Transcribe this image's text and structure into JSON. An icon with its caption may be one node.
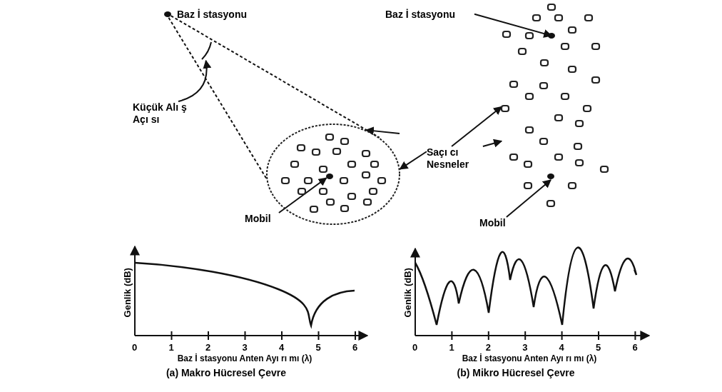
{
  "diagram": {
    "nodes": [
      {
        "text": [],
        "shape": "circle",
        "beside": [
          "Baz İ stasyonu"
        ]
      },
      {
        "text": [
          "Baz İ stasyonu"
        ]
      },
      {
        "text": [],
        "shape": "circle",
        "in": 11
      },
      {
        "text": [
          "Küçük Alı ş Açı sı"
        ]
      },
      {
        "text": [],
        "shape": "circle"
      },
      {
        "text": [
          "Saçı cı Nesneler"
        ]
      },
      {
        "text": [],
        "shape": "circle",
        "in": 4
      },
      {
        "text": [],
        "shape": "circle",
        "in": 11
      },
      {
        "text": [
          "Mobil"
        ]
      },
      {
        "text": [
          "Mobil"
        ]
      },
      {
        "text": [],
        "shape": "arc"
      },
      {
        "text": [],
        "shape": "picture"
      }
    ],
    "edges": [
      {
        "from": 0,
        "to": 4,
        "arrow": "none",
        "style": "dashed"
      },
      {
        "from": 0,
        "to": 4,
        "arrow": "none",
        "style": "dashed"
      },
      {
        "from": 3,
        "to": 10,
        "arrow": "to"
      },
      {
        "from": null,
        "to": 4,
        "arrow": "to"
      },
      {
        "from": 5,
        "to": 4,
        "arrow": "to"
      },
      {
        "from": 5,
        "to": 11,
        "arrow": "to"
      },
      {
        "from": 5,
        "to": 11,
        "arrow": "to"
      },
      {
        "from": 1,
        "to": 2,
        "arrow": "to"
      },
      {
        "from": 8,
        "to": 6,
        "arrow": "to"
      },
      {
        "from": 9,
        "to": 7,
        "arrow": "to"
      }
    ],
    "labels": [
      "Genlik (dB)",
      "0",
      "1",
      "2",
      "3",
      "4",
      "5",
      "6",
      "Baz İ stasyonu Anten Ayı rı mı (λ)",
      "(a) Makro Hücresel Çevre",
      "Genlik (dB)",
      "0",
      "1",
      "2",
      "3",
      "4",
      "5",
      "6",
      "Baz İ stasyonu Anten Ayı rı mı (λ)",
      "(b) Mikro Hücresel Çevre"
    ]
  }
}
